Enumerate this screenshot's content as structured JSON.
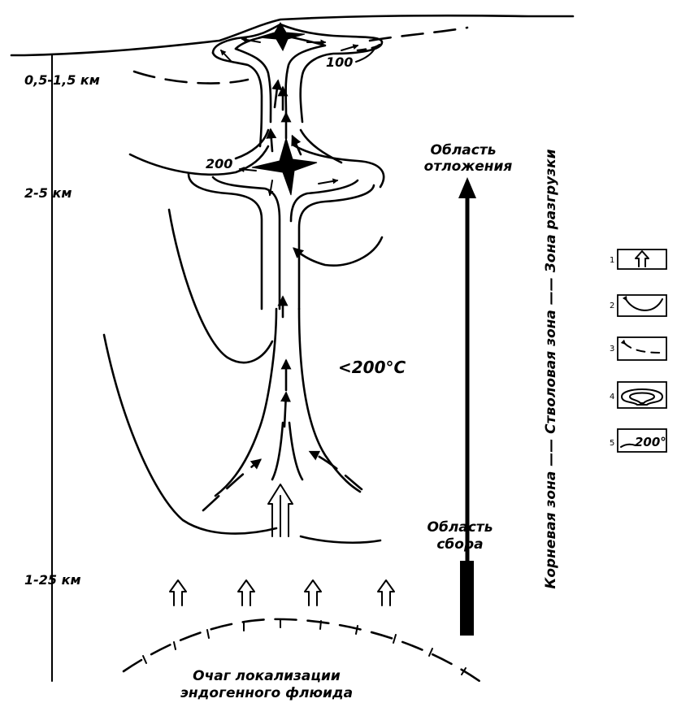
{
  "depth_labels": {
    "shallow": "0,5-1,5 км",
    "middle": "2-5 км",
    "deep": "1-25 км"
  },
  "isotherms": {
    "upper": "100",
    "lower": "200"
  },
  "temperature_label": "<200°C",
  "deposition_area": [
    "Область",
    "отложения"
  ],
  "collection_area": [
    "Область",
    "сбора"
  ],
  "source_label": [
    "Очаг локализации",
    "эндогенного флюида"
  ],
  "zones_label": "Корневая зона —— Стволовая зона —— Зона разгрузки",
  "legend": [
    {
      "num": "1",
      "symbol": "hollow-arrow-icon"
    },
    {
      "num": "2",
      "symbol": "flow-curve-arrow-icon"
    },
    {
      "num": "3",
      "symbol": "dashed-flow-arrow-icon"
    },
    {
      "num": "4",
      "symbol": "isotherm-contour-icon"
    },
    {
      "num": "5",
      "symbol": "isotherm-value-icon",
      "text": "200°"
    }
  ],
  "colors": {
    "ink": "#000000",
    "background": "#ffffff"
  }
}
